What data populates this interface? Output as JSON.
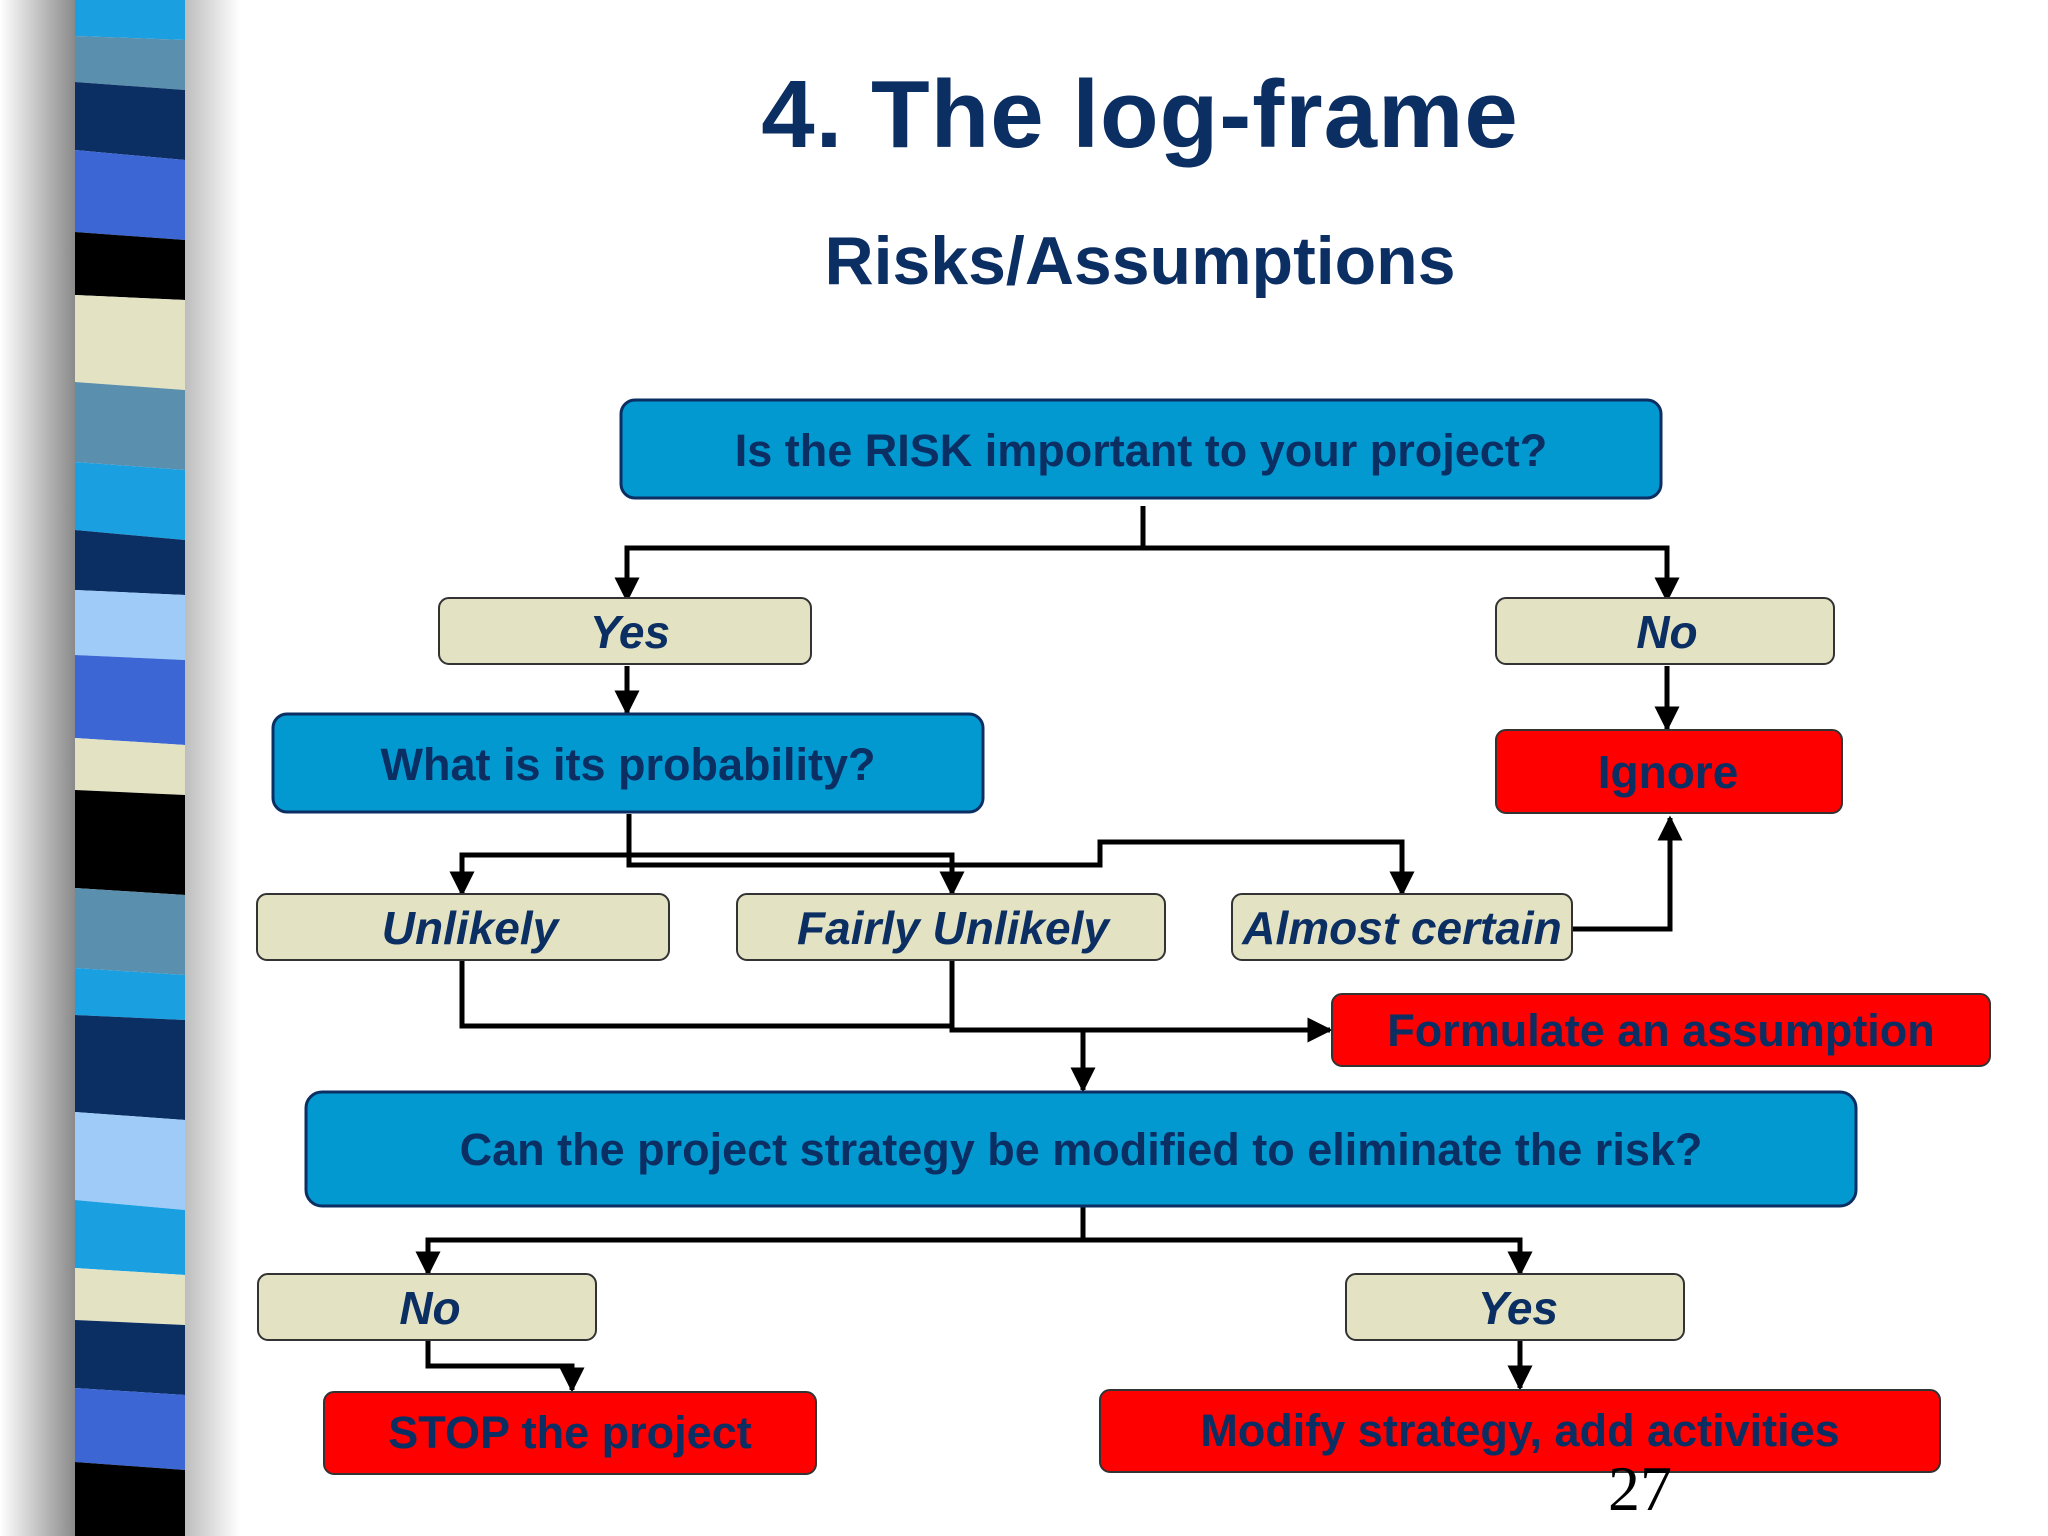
{
  "slide": {
    "title": "4. The log-frame",
    "subtitle": "Risks/Assumptions",
    "page_number": "27"
  },
  "colors": {
    "question_fill": "#0299d1",
    "answer_fill": "#e3e3c3",
    "action_fill": "#ff0000",
    "text_dark": "#0b2e63"
  },
  "diagram": {
    "q_important": "Is the RISK important to your project?",
    "yes_1": "Yes",
    "no_1": "No",
    "q_probability": "What is its probability?",
    "ignore": "Ignore",
    "unlikely": "Unlikely",
    "fairly_unlikely": "Fairly Unlikely",
    "almost_certain": "Almost certain",
    "formulate": "Formulate an assumption",
    "q_modify": "Can the project strategy be modified to eliminate the risk?",
    "no_2": "No",
    "yes_2": "Yes",
    "stop": "STOP the project",
    "modify": "Modify strategy, add activities"
  }
}
